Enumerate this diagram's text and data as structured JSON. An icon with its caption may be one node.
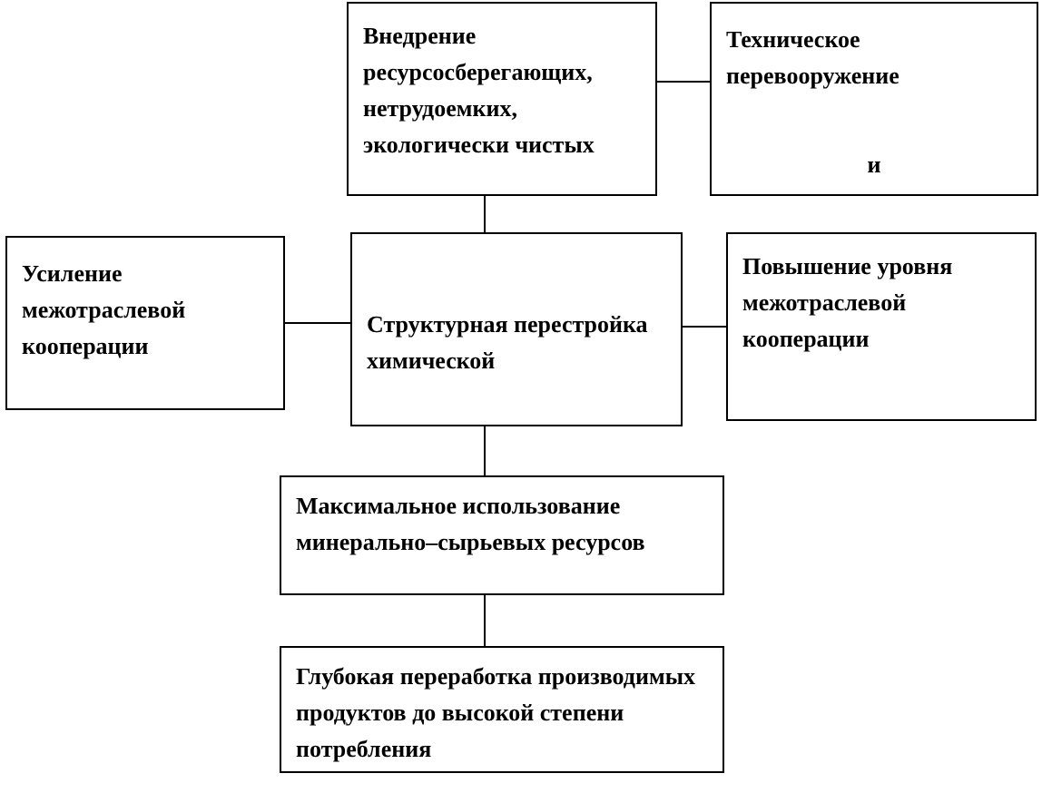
{
  "diagram": {
    "nodes": [
      {
        "text": [
          "Внедрение ресурсосберегающих, нетрудоемких, экологически чистых"
        ]
      },
      {
        "text": [
          "Техническое перевооружение",
          "и"
        ]
      },
      {
        "text": [
          "Усиление межотраслевой кооперации"
        ]
      },
      {
        "text": [
          "Структурная перестройка химической"
        ]
      },
      {
        "text": [
          "Повышение уровня межотраслевой кооперации"
        ]
      },
      {
        "text": [
          "Максимальное использование минерально–сырьевых ресурсов"
        ]
      },
      {
        "text": [
          "Глубокая переработка производимых продуктов до высокой степени потребления"
        ]
      }
    ],
    "edges": [
      {
        "from": 0,
        "to": 1,
        "arrow": "none"
      },
      {
        "from": 0,
        "to": 3,
        "arrow": "none"
      },
      {
        "from": 2,
        "to": 3,
        "arrow": "none"
      },
      {
        "from": 3,
        "to": 4,
        "arrow": "none"
      },
      {
        "from": 3,
        "to": 5,
        "arrow": "none"
      },
      {
        "from": 5,
        "to": 6,
        "arrow": "none"
      }
    ]
  }
}
